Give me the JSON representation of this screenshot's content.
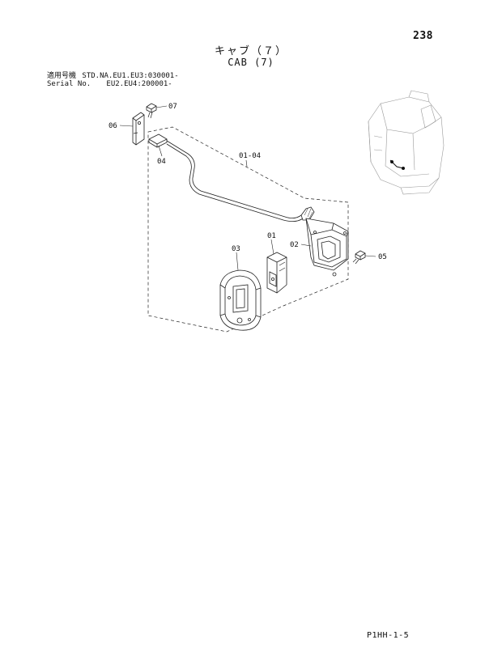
{
  "page_number": "238",
  "title_jp": "キャブ（７）",
  "title_en": "CAB (7)",
  "serial": {
    "row1_label": "適用号機",
    "row1_value": "STD.NA.EU1.EU3:030001-",
    "row2_label": "Serial No.",
    "row2_value": "EU2.EU4:200001-"
  },
  "callouts": {
    "p01": "01",
    "p02": "02",
    "p03": "03",
    "p04": "04",
    "p05": "05",
    "p06": "06",
    "p07": "07",
    "p0104": "01-04"
  },
  "footer_code": "P1HH-1-5"
}
